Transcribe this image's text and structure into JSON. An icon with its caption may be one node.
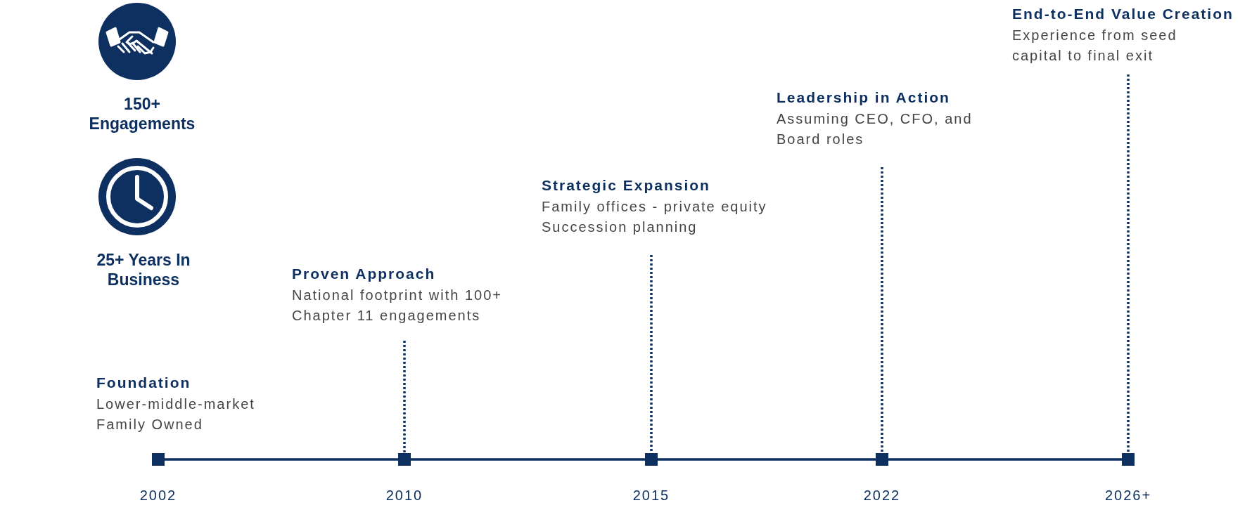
{
  "diagram": {
    "nodes": [
      {
        "text": [
          "Foundation",
          "Lower-middle-market",
          "Family Owned"
        ]
      },
      {
        "text": [
          "Proven Approach",
          "National footprint with 100+ Chapter 11 engagements"
        ]
      },
      {
        "text": [
          "Strategic Expansion",
          "Family offices - private equity",
          "Succession planning"
        ]
      },
      {
        "text": [
          "Leadership in Action",
          "Assuming CEO, CFO, and Board roles"
        ]
      },
      {
        "text": [
          "End-to-End Value Creation",
          "Experience from seed capital to final exit"
        ]
      },
      {
        "text": [],
        "shape": "box",
        "beside": [
          "2002"
        ]
      },
      {
        "text": [],
        "shape": "box",
        "beside": [
          "2010"
        ]
      },
      {
        "text": [],
        "shape": "box",
        "beside": [
          "2015"
        ]
      },
      {
        "text": [],
        "shape": "box",
        "beside": [
          "2022"
        ]
      },
      {
        "text": [],
        "shape": "box",
        "beside": [
          "2026+"
        ]
      }
    ],
    "edges": [
      {
        "from": 1,
        "to": 6,
        "arrow": "none",
        "style": "dashed"
      },
      {
        "from": 2,
        "to": 7,
        "arrow": "none",
        "style": "dashed"
      },
      {
        "from": 3,
        "to": 8,
        "arrow": "none",
        "style": "dashed"
      },
      {
        "from": 4,
        "to": 9,
        "arrow": "none",
        "style": "dashed"
      },
      {
        "from": 5,
        "to": 6,
        "arrow": "none"
      },
      {
        "from": 6,
        "to": 7,
        "arrow": "none"
      },
      {
        "from": 7,
        "to": 8,
        "arrow": "none"
      },
      {
        "from": 8,
        "to": 9,
        "arrow": "none"
      }
    ],
    "labels": [
      "150+ Engagements",
      "25+ Years In Business"
    ]
  }
}
